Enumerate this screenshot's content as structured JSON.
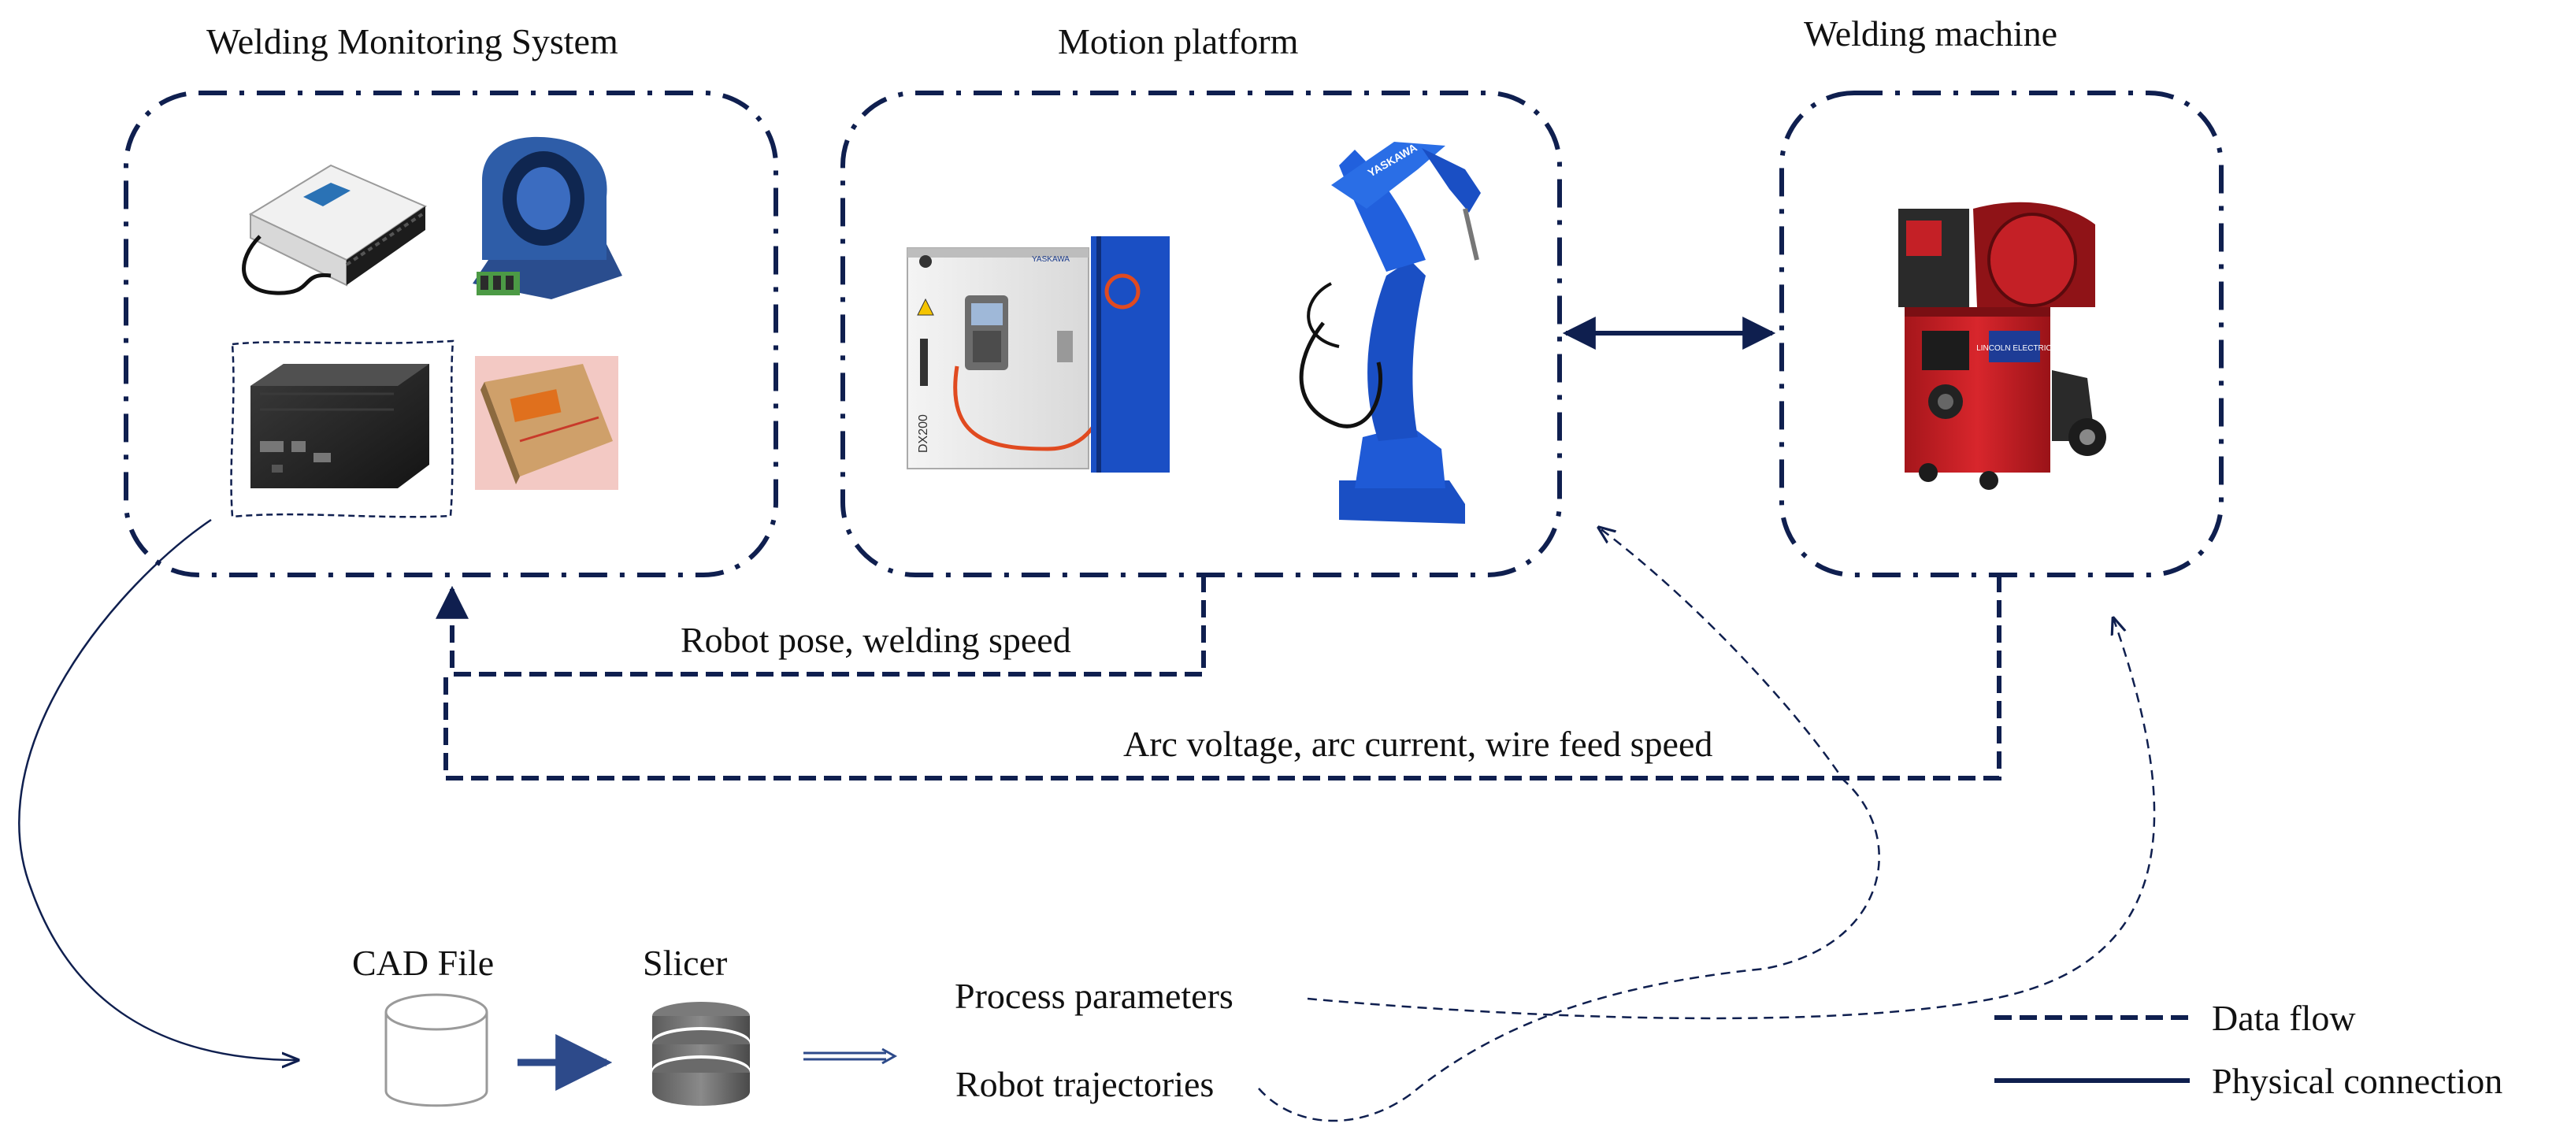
{
  "groups": {
    "monitoring": {
      "title": "Welding Monitoring System"
    },
    "motion": {
      "title": "Motion platform"
    },
    "machine": {
      "title": "Welding machine"
    }
  },
  "device_labels": {
    "controller_brand": "YASKAWA",
    "controller_model": "DX200",
    "robot_brand": "YASKAWA",
    "machine_brand": "LINCOLN ELECTRIC"
  },
  "flows": {
    "robot_to_monitor": "Robot pose, welding speed",
    "machine_to_monitor": "Arc voltage, arc current, wire feed speed"
  },
  "pipeline": {
    "cad": "CAD File",
    "slicer": "Slicer",
    "process_parameters": "Process parameters",
    "robot_trajectories": "Robot trajectories"
  },
  "legend": {
    "data_flow": "Data flow",
    "physical_connection": "Physical connection"
  },
  "colors": {
    "navy": "#0f1f4f",
    "arrow_blue": "#2d4a8a",
    "robot_blue": "#1a4fc4",
    "machine_red": "#c42026"
  }
}
